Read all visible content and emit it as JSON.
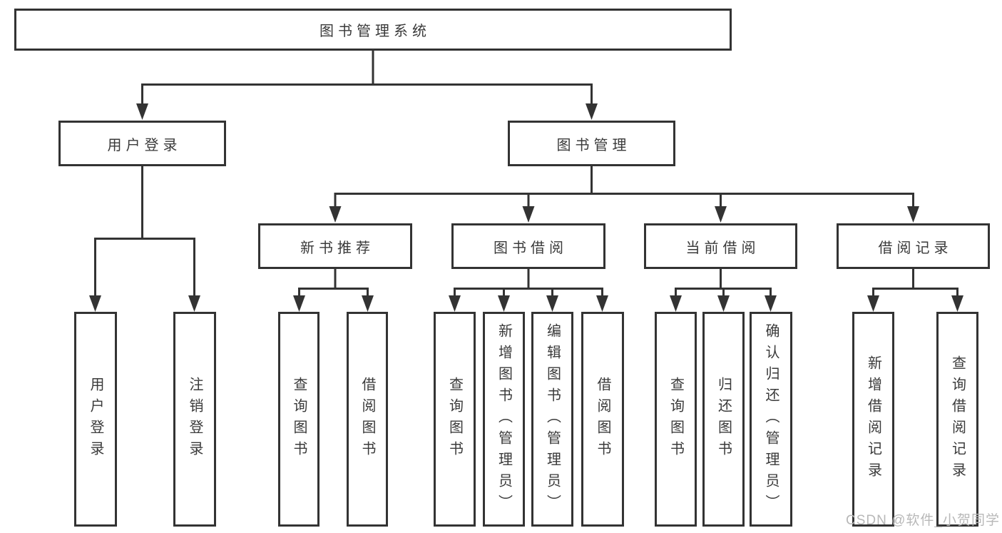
{
  "diagram": {
    "root": {
      "label": "图书管理系统"
    },
    "branches": [
      {
        "label": "用户登录",
        "children": [
          {
            "label": "用户登录"
          },
          {
            "label": "注销登录"
          }
        ]
      },
      {
        "label": "图书管理",
        "children": [
          {
            "label": "新书推荐",
            "children": [
              {
                "label": "查询图书"
              },
              {
                "label": "借阅图书"
              }
            ]
          },
          {
            "label": "图书借阅",
            "children": [
              {
                "label": "查询图书"
              },
              {
                "label": "新增图书（管理员）"
              },
              {
                "label": "编辑图书（管理员）"
              },
              {
                "label": "借阅图书"
              }
            ]
          },
          {
            "label": "当前借阅",
            "children": [
              {
                "label": "查询图书"
              },
              {
                "label": "归还图书"
              },
              {
                "label": "确认归还（管理员）"
              }
            ]
          },
          {
            "label": "借阅记录",
            "children": [
              {
                "label": "新增借阅记录"
              },
              {
                "label": "查询借阅记录"
              }
            ]
          }
        ]
      }
    ]
  },
  "watermark": "CSDN @软件_小贺同学",
  "colors": {
    "line": "#333333",
    "text": "#3a3a3a",
    "watermark": "#b8b8b8",
    "background": "#ffffff"
  }
}
